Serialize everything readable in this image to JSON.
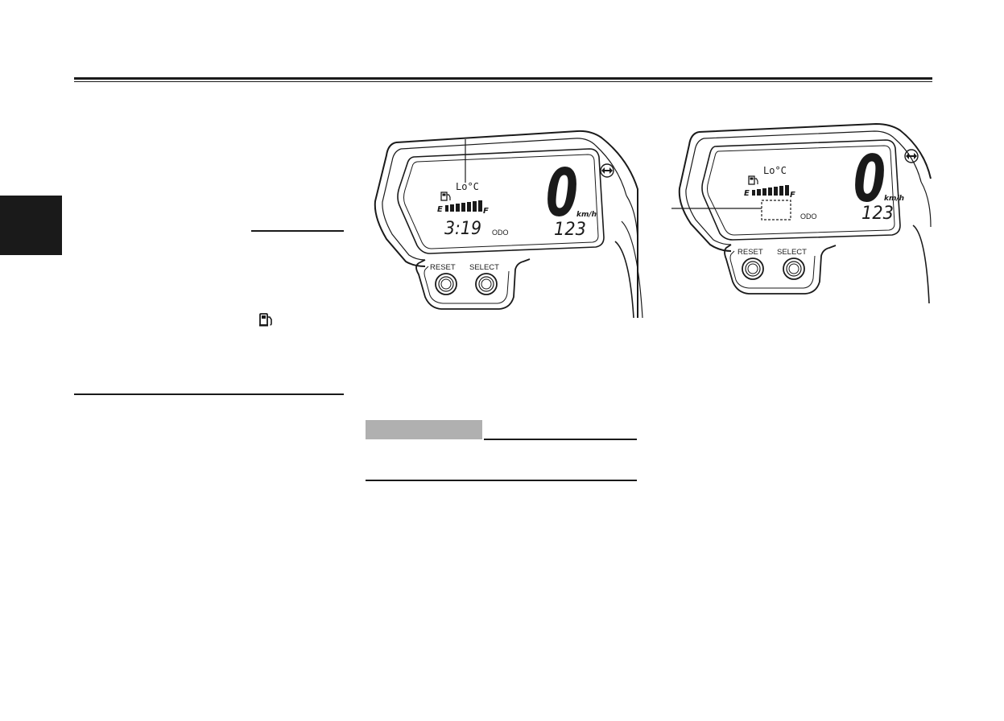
{
  "figure_left": {
    "temp_reading": "Lo°C",
    "fuel_empty_label": "E",
    "fuel_full_label": "F",
    "clock": "3:19",
    "mode_label": "ODO",
    "speed": "0",
    "speed_unit": "km/h",
    "odometer": "123",
    "reset_label": "RESET",
    "select_label": "SELECT"
  },
  "figure_right": {
    "temp_reading": "Lo°C",
    "fuel_empty_label": "E",
    "fuel_full_label": "F",
    "mode_label": "ODO",
    "speed": "0",
    "speed_unit": "km/h",
    "odometer": "123",
    "reset_label": "RESET",
    "select_label": "SELECT"
  },
  "icons": {
    "fuel": "fuel-pump-icon",
    "turn_signal": "turn-signal-indicator-icon"
  },
  "colors": {
    "ink": "#1a1a1a",
    "caution_box": "#b0b0b0",
    "panel_background": "#ffffff"
  }
}
